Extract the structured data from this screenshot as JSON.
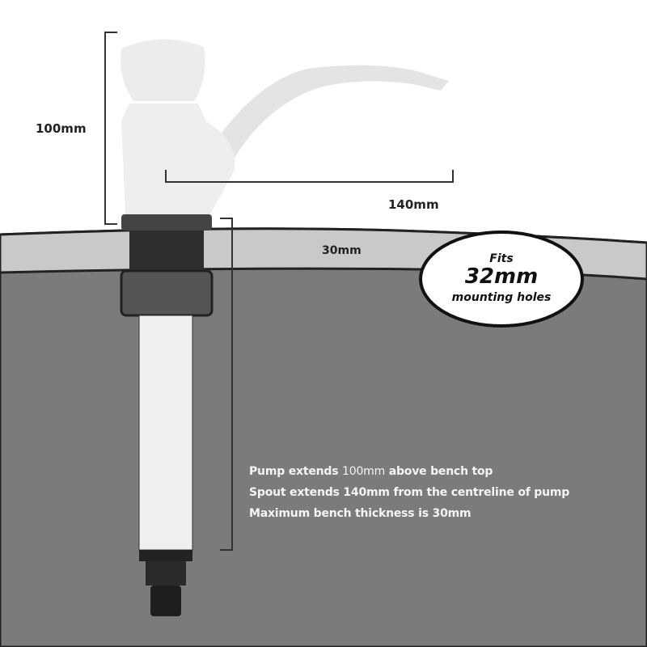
{
  "dimensions": {
    "height": "100mm",
    "spout": "140mm",
    "bench": "30mm"
  },
  "badge": {
    "line1": "Fits",
    "line2": "32mm",
    "line3": "mounting holes"
  },
  "notes": {
    "line1_a": "Pump extends ",
    "line1_b": "100mm",
    "line1_c": " above bench top",
    "line2": "Spout extends 140mm from the centreline of pump",
    "line3": "Maximum bench thickness is 30mm"
  },
  "colors": {
    "bench_top": "#c9c9c9",
    "cabinet": "#7b7b7b",
    "pump_body": "#eeeeee",
    "fitting": "#2a2a2a"
  }
}
